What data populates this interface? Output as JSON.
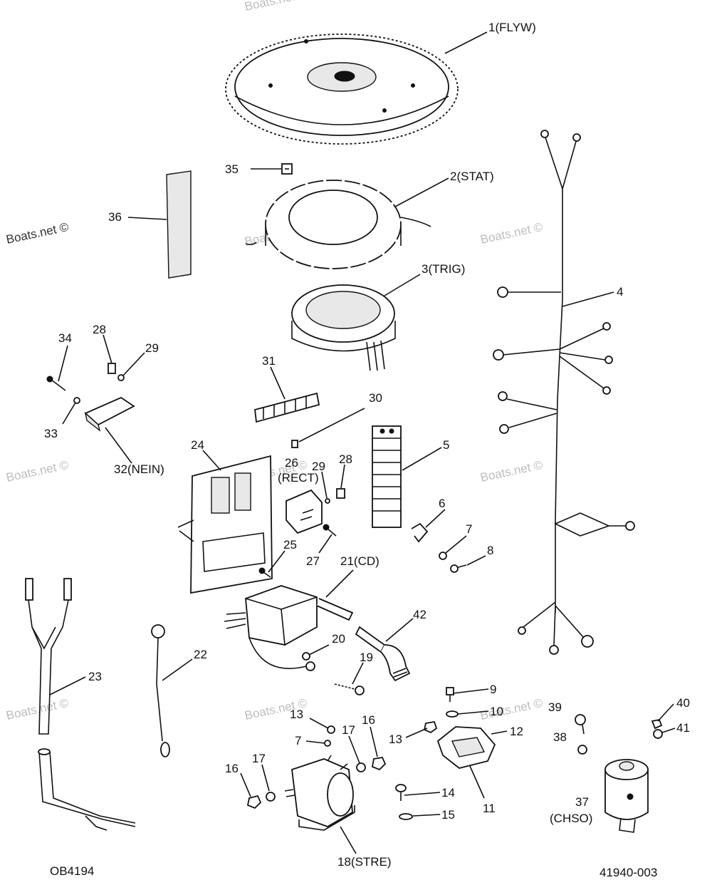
{
  "labels": {
    "p1": "1(FLYW)",
    "p2": "2(STAT)",
    "p3": "3(TRIG)",
    "p4": "4",
    "p5": "5",
    "p6": "6",
    "p7a": "7",
    "p8": "8",
    "p9": "9",
    "p10": "10",
    "p11": "11",
    "p12": "12",
    "p13a": "13",
    "p13b": "13",
    "p14": "14",
    "p15": "15",
    "p16a": "16",
    "p16b": "16",
    "p17a": "17",
    "p17b": "17",
    "p18": "18(STRE)",
    "p19": "19",
    "p20": "20",
    "p21": "21(CD)",
    "p22": "22",
    "p23": "23",
    "p24": "24",
    "p25": "25",
    "p26a": "26",
    "p26b": "(RECT)",
    "p27": "27",
    "p28a": "28",
    "p28b": "28",
    "p29a": "29",
    "p29b": "29",
    "p30": "30",
    "p31": "31",
    "p32": "32(NEIN)",
    "p33": "33",
    "p34": "34",
    "p35": "35",
    "p36": "36",
    "p37a": "37",
    "p37b": "(CHSO)",
    "p38": "38",
    "p39": "39",
    "p40": "40",
    "p41": "41",
    "p42": "42",
    "p7b": "7"
  },
  "watermark": "Boats.net ©",
  "footer": {
    "left_code": "OB4194",
    "right_code": "41940-003"
  }
}
